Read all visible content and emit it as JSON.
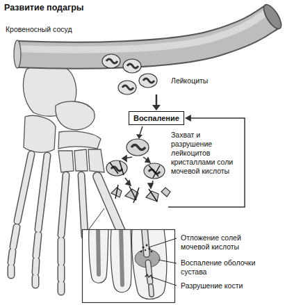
{
  "diagram": {
    "title": "Развитие подагры",
    "nodes": [
      {
        "text": [
          "Воспаление"
        ]
      }
    ],
    "labels": [
      "Кровеносный сосуд",
      "Лейкоциты",
      "Захват и разрушение лейкоцитов кристаллами соли мочевой кислоты",
      "Отложение солей мочевой кислоты",
      "Воспаление оболочки сустава",
      "Разрушение кости"
    ]
  }
}
